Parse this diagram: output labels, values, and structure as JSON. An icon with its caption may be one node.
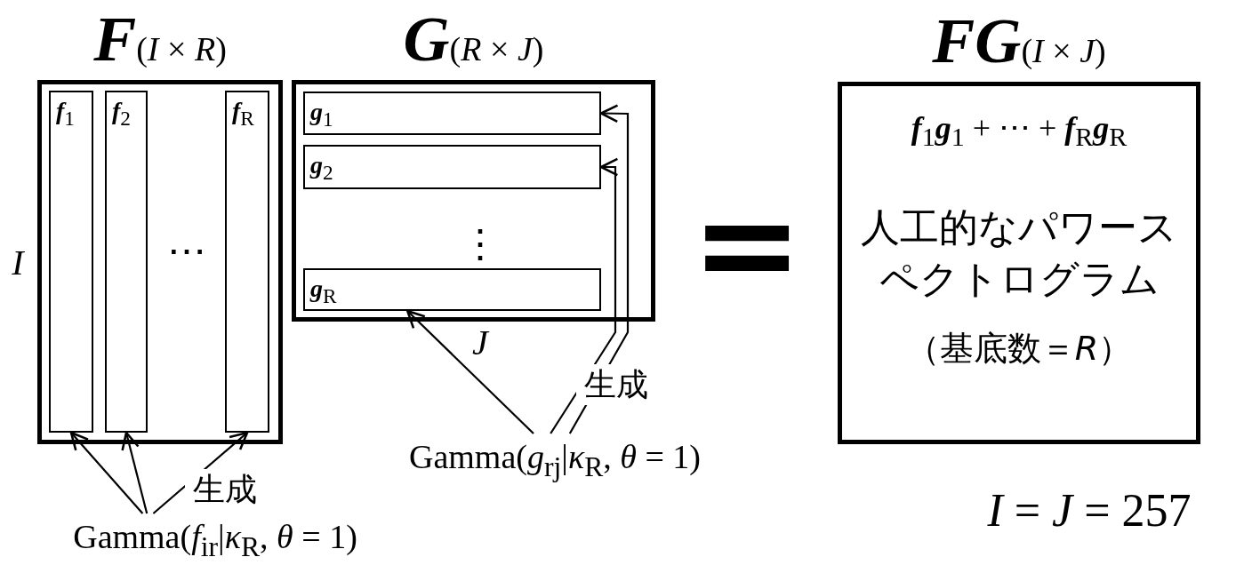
{
  "diagram": {
    "nodes": [
      {
        "text": [
          "**F**(*I* × *R*)"
        ],
        "beside": [
          "*I*"
        ]
      },
      {
        "text": [
          "**f**$_{1}$"
        ],
        "in": 0
      },
      {
        "text": [
          "**f**$_{2}$"
        ],
        "in": 0
      },
      {
        "text": [
          "**f**$_{R}$"
        ],
        "in": 0
      },
      {
        "text": [
          "**G**(*R* × *J*)"
        ],
        "beside": [
          "*J*"
        ]
      },
      {
        "text": [
          "**g**$_{1}$"
        ],
        "in": 4
      },
      {
        "text": [
          "**g**$_{2}$"
        ],
        "in": 4
      },
      {
        "text": [
          "**g**$_{R}$"
        ],
        "in": 4
      },
      {
        "text": [
          "**FG**(*I* × *J*)",
          "**f**$_{1}$**g**$_{1}$ + ⋯ + **f**$_{R}$**g**$_{R}$",
          "人工的なパワースペクトログラム",
          "（基底数＝*R*）"
        ]
      },
      {
        "text": [
          "Gamma(*f*$_{ir}$|*κ*$_{R}$, *θ* = 1)"
        ]
      },
      {
        "text": [
          "Gamma(*g*$_{rj}$|*κ*$_{R}$, *θ* = 1)"
        ]
      }
    ],
    "edges": [
      {
        "from": 9,
        "to": 1,
        "arrow": "to"
      },
      {
        "from": 9,
        "to": 2,
        "arrow": "to"
      },
      {
        "from": 9,
        "to": 3,
        "arrow": "to",
        "label": "生成"
      },
      {
        "from": 10,
        "to": 5,
        "arrow": "to",
        "label": "生成"
      },
      {
        "from": 10,
        "to": 6,
        "arrow": "to"
      },
      {
        "from": 10,
        "to": 7,
        "arrow": "to"
      }
    ],
    "labels": [
      "⋯",
      "⋮",
      "=",
      "*I* = *J* = 257"
    ]
  }
}
